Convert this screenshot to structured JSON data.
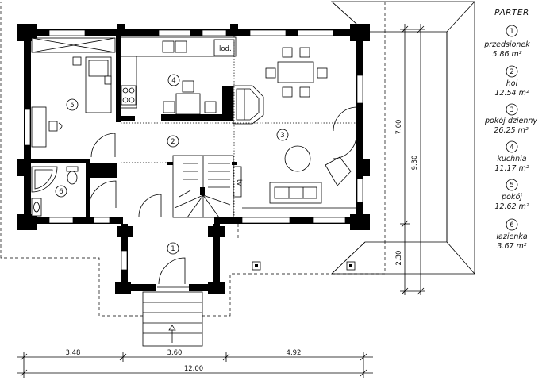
{
  "legend": {
    "title": "PARTER",
    "rooms": [
      {
        "num": "1",
        "name": "przedsionek",
        "area": "5.86 m²"
      },
      {
        "num": "2",
        "name": "hol",
        "area": "12.54 m²"
      },
      {
        "num": "3",
        "name": "pokój dzienny",
        "area": "26.25 m²"
      },
      {
        "num": "4",
        "name": "kuchnia",
        "area": "11.17 m²"
      },
      {
        "num": "5",
        "name": "pokój",
        "area": "12.62 m²"
      },
      {
        "num": "6",
        "name": "łazienka",
        "area": "3.67 m²"
      }
    ]
  },
  "plan": {
    "room_markers": [
      "1",
      "2",
      "3",
      "4",
      "5",
      "6"
    ],
    "fridge_label": "lod.",
    "tv_label": "tv"
  },
  "dimensions": {
    "bottom": [
      "3.48",
      "3.60",
      "4.92"
    ],
    "total_width": "12.00",
    "right": [
      "7.00",
      "9.30",
      "2.30"
    ]
  }
}
